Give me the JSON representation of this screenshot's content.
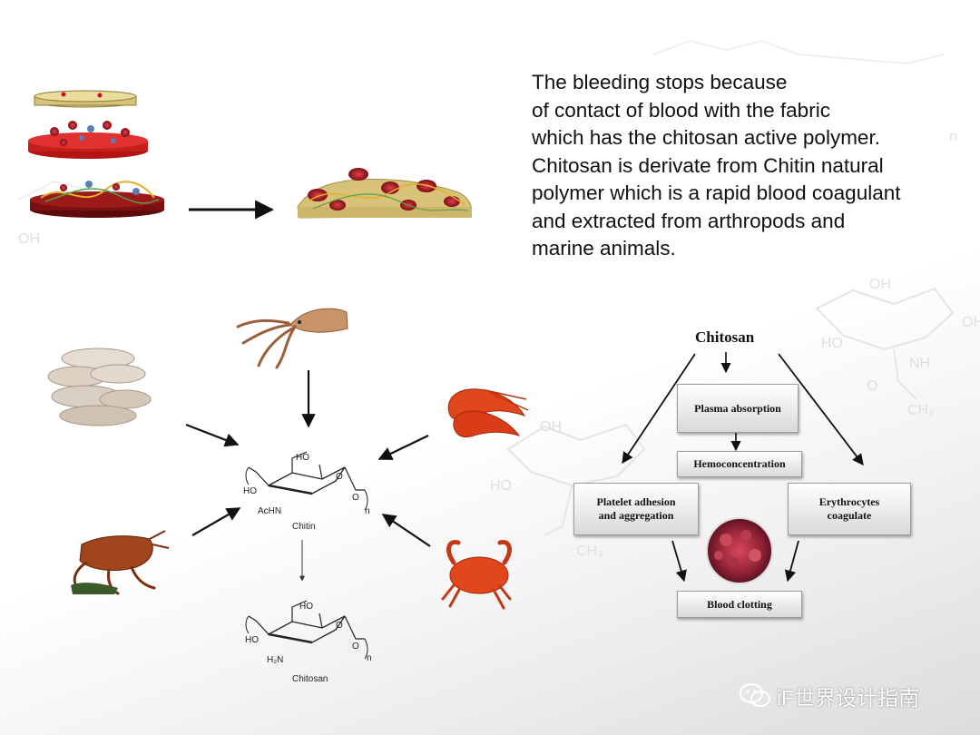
{
  "description_text": "The bleeding stops because\n of contact of blood with the fabric\nwhich has the chitosan active polymer.\n Chitosan is derivate from Chitin natural\npolymer which is a rapid blood coagulant\nand extracted from arthropods and\nmarine animals.",
  "chitin_structure": {
    "ho_top": "HO",
    "ho_left": "HO",
    "substituent": "AcHN",
    "o_ring": "O",
    "o_right": "O",
    "n": "n",
    "name": "Chitin"
  },
  "chitosan_structure": {
    "ho_top": "HO",
    "ho_left": "HO",
    "substituent": "H₂N",
    "o_ring": "O",
    "o_right": "O",
    "n": "n",
    "name": "Chitosan"
  },
  "flowchart": {
    "title": "Chitosan",
    "plasma": "Plasma absorption",
    "hemo": "Hemoconcentration",
    "platelet": "Platelet adhesion\nand aggregation",
    "erythro": "Erythrocytes\ncoagulate",
    "clotting": "Blood clotting"
  },
  "background_chem": {
    "oh1": "OH",
    "oh2": "OH",
    "ho1": "HO",
    "nh": "NH",
    "ch3": "CH₃",
    "o1": "O",
    "n1": "n",
    "oh3": "OH",
    "ho2": "HO",
    "ch3b": "CH₃",
    "oh4": "OH"
  },
  "watermark": "iF世界设计指南",
  "colors": {
    "text": "#111111",
    "blood_red": "#c8102e",
    "fabric_tan": "#d8c27a",
    "crustacean_orange": "#e2461c",
    "mushroom_beige": "#d9cfc3"
  }
}
